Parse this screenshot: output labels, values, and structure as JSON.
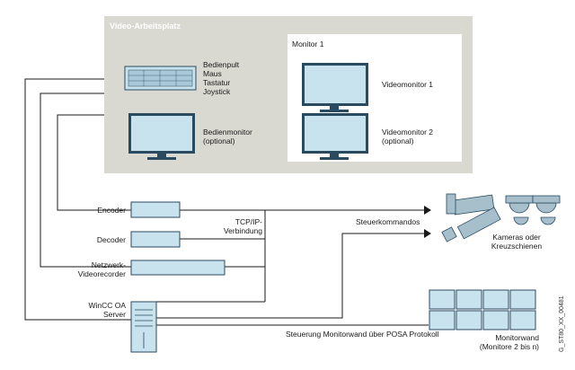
{
  "colors": {
    "workstation_bg": "#d9d9d2",
    "monitor_panel_bg": "#ffffff",
    "device_fill": "#c8e2ee",
    "device_stroke": "#2a4a60",
    "line": "#1a1a1a",
    "camera_fill": "#a6bfcb"
  },
  "workstation": {
    "title": "Video-Arbeitsplatz",
    "console_label": "Bedienpult\nMaus\nTastatur\nJoystick",
    "operator_monitor_label": "Bedienmonitor\n(optional)"
  },
  "monitor_panel": {
    "title": "Monitor 1",
    "video_monitor_1_label": "Videomonitor 1",
    "video_monitor_2_label": "Videomonitor 2\n(optional)"
  },
  "devices": {
    "encoder": "Encoder",
    "decoder": "Decoder",
    "recorder": "Netzwerk-\nVideorecorder",
    "server": "WinCC OA\nServer"
  },
  "connections": {
    "tcpip": "TCP/IP-\nVerbindung",
    "control_commands": "Steuerkommandos",
    "wall_control": "Steuerung Monitorwand über POSA Protokoll"
  },
  "cameras": {
    "label": "Kameras oder\nKreuzschienen",
    "icon": "camera-icon"
  },
  "monitor_wall": {
    "label": "Monitorwand\n(Monitore 2 bis n)",
    "rows": 2,
    "cols": 4
  },
  "figure_id": "G_ST80_XX_00481"
}
